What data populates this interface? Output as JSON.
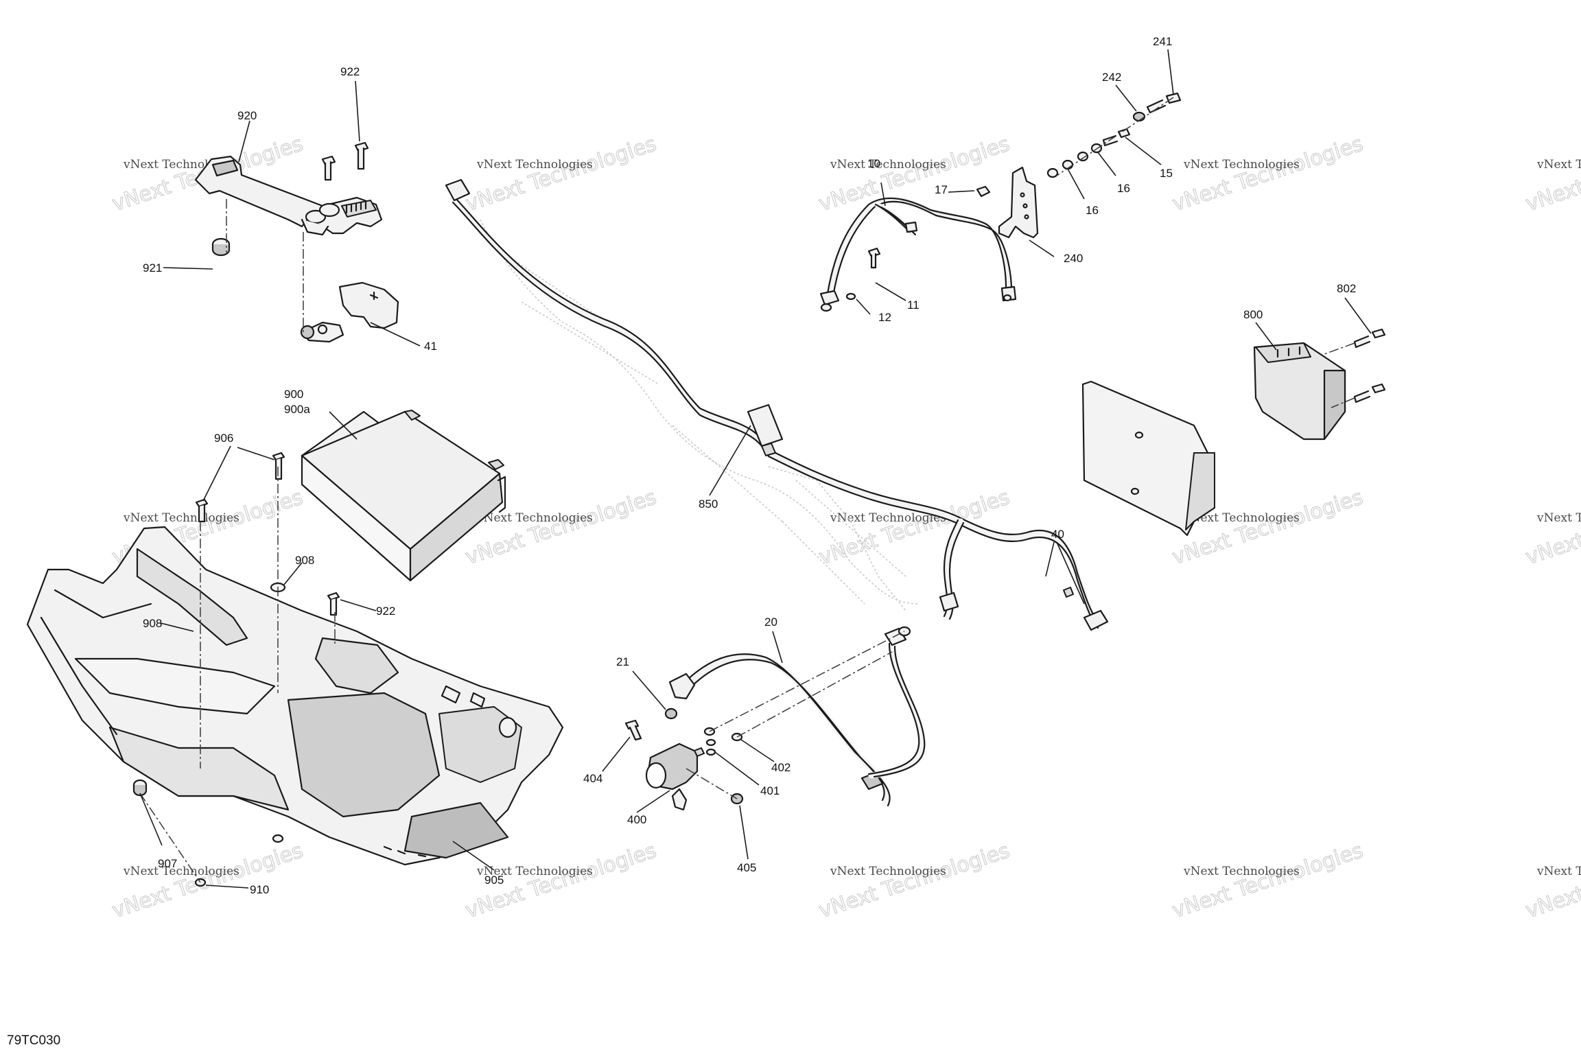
{
  "diagram": {
    "code": "79TC030",
    "watermark": {
      "line1": "vNext Technologies",
      "line2": "vNext Technologies"
    },
    "callouts": [
      {
        "id": "c922a",
        "text": "922"
      },
      {
        "id": "c920",
        "text": "920"
      },
      {
        "id": "c921",
        "text": "921"
      },
      {
        "id": "c41",
        "text": "41"
      },
      {
        "id": "c900",
        "text": "900"
      },
      {
        "id": "c900a",
        "text": "900a"
      },
      {
        "id": "c906",
        "text": "906"
      },
      {
        "id": "c908a",
        "text": "908"
      },
      {
        "id": "c922b",
        "text": "922"
      },
      {
        "id": "c908b",
        "text": "908"
      },
      {
        "id": "c907",
        "text": "907"
      },
      {
        "id": "c910",
        "text": "910"
      },
      {
        "id": "c905",
        "text": "905"
      },
      {
        "id": "c850",
        "text": "850"
      },
      {
        "id": "c10",
        "text": "10"
      },
      {
        "id": "c17",
        "text": "17"
      },
      {
        "id": "c11",
        "text": "11"
      },
      {
        "id": "c12",
        "text": "12"
      },
      {
        "id": "c241",
        "text": "241"
      },
      {
        "id": "c242",
        "text": "242"
      },
      {
        "id": "c15",
        "text": "15"
      },
      {
        "id": "c16a",
        "text": "16"
      },
      {
        "id": "c16b",
        "text": "16"
      },
      {
        "id": "c240",
        "text": "240"
      },
      {
        "id": "c802",
        "text": "802"
      },
      {
        "id": "c800",
        "text": "800"
      },
      {
        "id": "c40",
        "text": "40"
      },
      {
        "id": "c20",
        "text": "20"
      },
      {
        "id": "c21",
        "text": "21"
      },
      {
        "id": "c404",
        "text": "404"
      },
      {
        "id": "c402",
        "text": "402"
      },
      {
        "id": "c401",
        "text": "401"
      },
      {
        "id": "c400",
        "text": "400"
      },
      {
        "id": "c405",
        "text": "405"
      }
    ]
  }
}
